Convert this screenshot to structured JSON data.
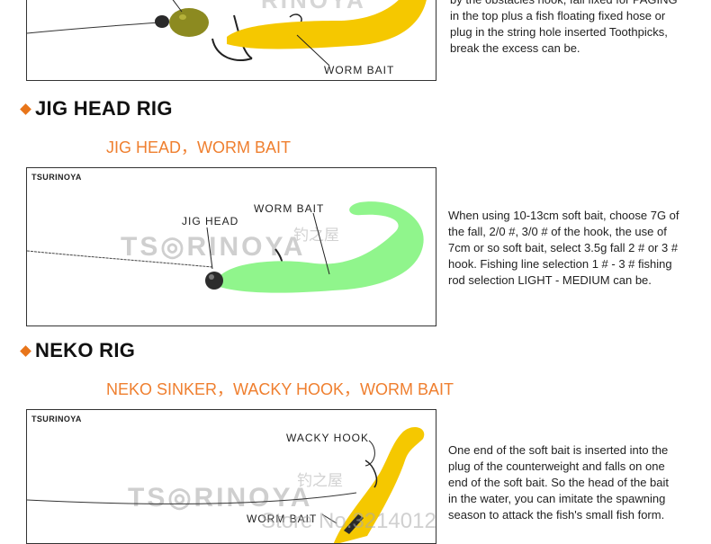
{
  "colors": {
    "accent": "#e8751a",
    "orange_text": "#ef7f2f",
    "bait_yellow": "#f5c800",
    "bait_green": "#90f58c",
    "sinker_olive": "#8c8a20"
  },
  "top_section": {
    "brand": "",
    "label_worm_bait": "WORM BAIT",
    "description_lines": [
      "by the obstacles hook, fall fixed for PAGING",
      "in the top plus a fish floating fixed hose or",
      "plug in the string hole inserted Toothpicks,",
      "break the excess can be."
    ]
  },
  "jig_section": {
    "heading": "JIG HEAD RIG",
    "subtitle": "JIG HEAD，WORM BAIT",
    "brand": "TSURINOYA",
    "watermark": "TS◎RINOYA",
    "watermark_cn": "钓之屋",
    "label_jig_head": "JIG HEAD",
    "label_worm_bait": "WORM BAIT",
    "description_lines": [
      "When using 10-13cm soft bait, choose 7G of",
      "the fall, 2/0 #, 3/0 # of the hook, the use of",
      "7cm or so soft bait, select 3.5g fall 2 # or 3 #",
      "hook. Fishing line selection 1 # - 3 # fishing",
      "rod selection LIGHT - MEDIUM can be."
    ]
  },
  "neko_section": {
    "heading": "NEKO RIG",
    "subtitle": "NEKO SINKER，WACKY HOOK，WORM BAIT",
    "brand": "TSURINOYA",
    "watermark": "TS◎RINOYA",
    "watermark_cn": "钓之屋",
    "label_wacky_hook": "WACKY HOOK",
    "label_worm_bait": "WORM BAIT",
    "description_lines": [
      "One end of the soft bait is inserted into the",
      "plug of the counterweight and falls on one",
      "end of the soft bait. So the head of the bait",
      "in the water, you can imitate the spawning",
      "season to attack the fish's small fish form."
    ]
  },
  "store_watermark": "Store No.3214012"
}
